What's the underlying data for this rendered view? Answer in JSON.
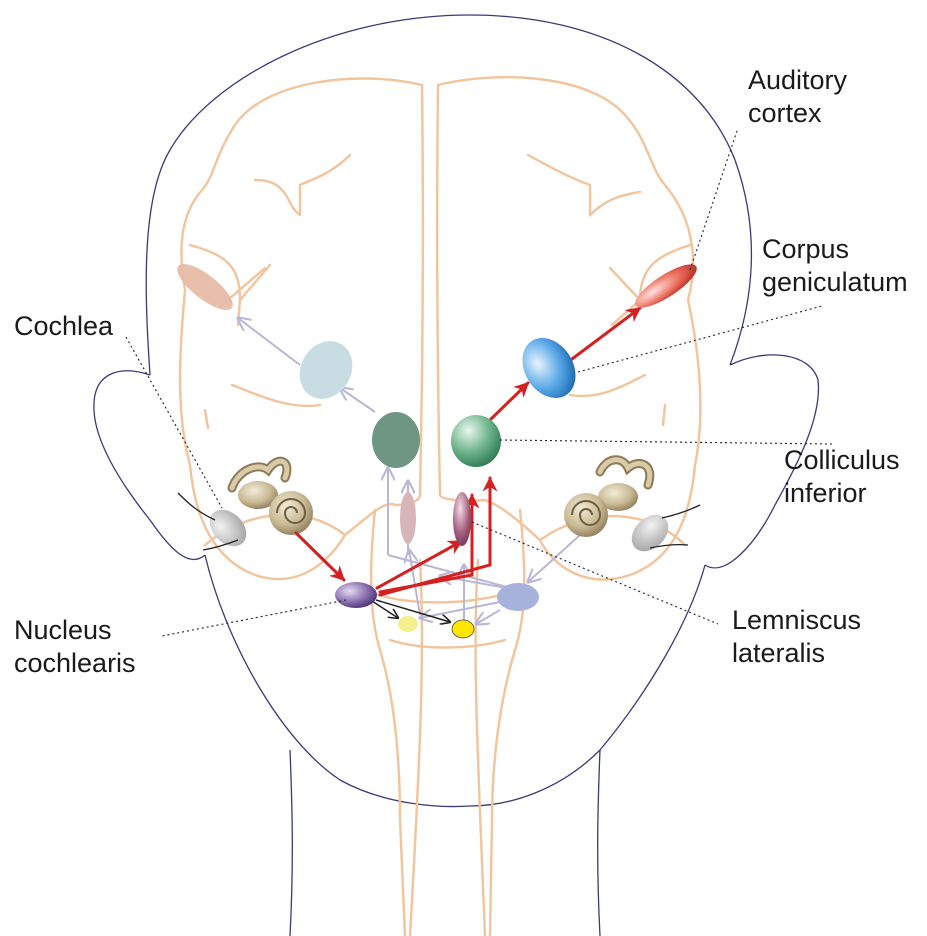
{
  "labels": {
    "auditory_cortex": [
      "Auditory",
      "cortex"
    ],
    "corpus_geniculatum": [
      "Corpus",
      "geniculatum"
    ],
    "cochlea": [
      "Cochlea"
    ],
    "colliculus_inferior": [
      "Colliculus",
      "inferior"
    ],
    "nucleus_cochlearis": [
      "Nucleus",
      "cochlearis"
    ],
    "lemniscus_lateralis": [
      "Lemniscus",
      "lateralis"
    ]
  },
  "colors": {
    "head_outline": "#3a3a7a",
    "brain_outline": "#f2c49b",
    "active_pathway": "#d42020",
    "inactive_pathway": "#b9b6d8",
    "label_text": "#1a1a1a"
  }
}
